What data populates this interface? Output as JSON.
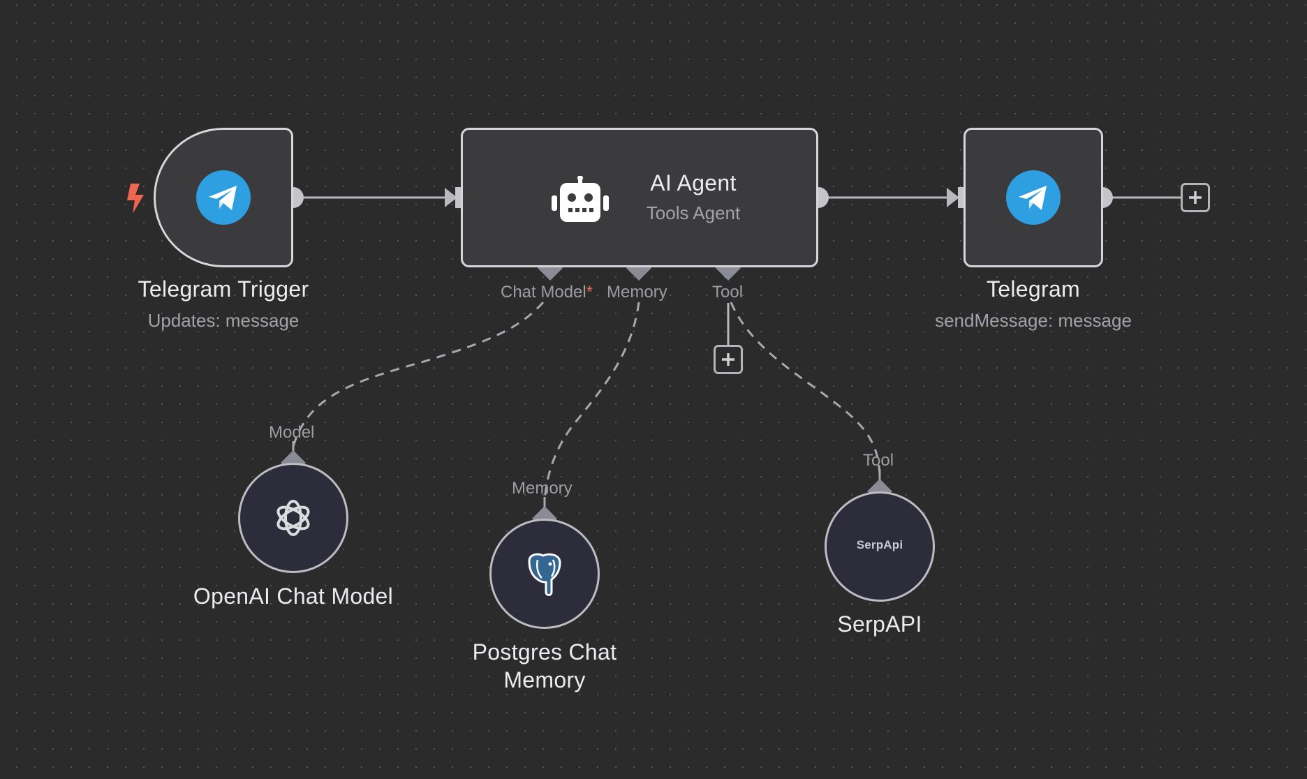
{
  "trigger_node": {
    "title": "Telegram Trigger",
    "subtitle": "Updates: message",
    "icon": "telegram-icon",
    "badge_icon": "lightning-bolt-icon"
  },
  "agent_node": {
    "title": "AI Agent",
    "subtitle": "Tools Agent",
    "icon": "robot-icon",
    "ports": {
      "chat_model": "Chat Model",
      "chat_model_required": "*",
      "memory": "Memory",
      "tool": "Tool"
    }
  },
  "telegram_node": {
    "title": "Telegram",
    "subtitle": "sendMessage: message",
    "icon": "telegram-icon"
  },
  "openai_node": {
    "title": "OpenAI Chat Model",
    "port_label": "Model",
    "icon": "openai-icon"
  },
  "postgres_node": {
    "title_line1": "Postgres Chat",
    "title_line2": "Memory",
    "port_label": "Memory",
    "icon": "postgres-elephant-icon"
  },
  "serpapi_node": {
    "title": "SerpAPI",
    "port_label": "Tool",
    "logo_text": "SerpApi"
  },
  "colors": {
    "canvas_bg": "#2b2b2c",
    "node_bg": "#3b3b3e",
    "node_border": "#d6d6da",
    "edge": "#b8b8be",
    "telegram_blue": "#2e9fe0",
    "trigger_orange": "#ef6650"
  }
}
